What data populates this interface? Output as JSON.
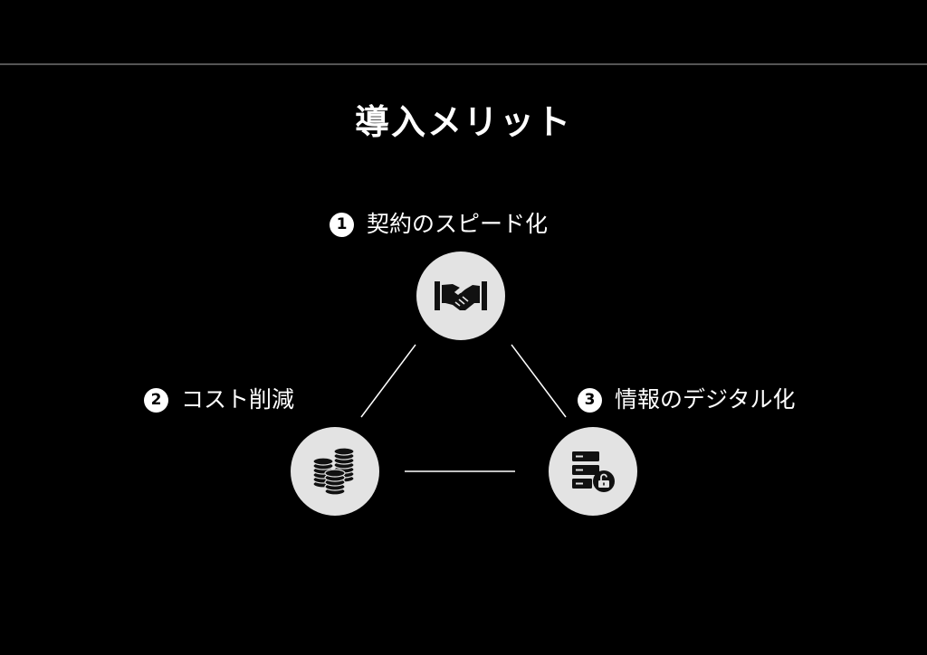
{
  "title": "導入メリット",
  "colors": {
    "background": "#000000",
    "text": "#ffffff",
    "node_fill": "#e3e3e3",
    "icon": "#111111",
    "connector": "#ffffff",
    "rule": "#555555"
  },
  "nodes": [
    {
      "number": "1",
      "label": "契約のスピード化",
      "icon": "handshake-icon"
    },
    {
      "number": "2",
      "label": "コスト削減",
      "icon": "coin-stacks-icon"
    },
    {
      "number": "3",
      "label": "情報のデジタル化",
      "icon": "secure-server-icon"
    }
  ]
}
